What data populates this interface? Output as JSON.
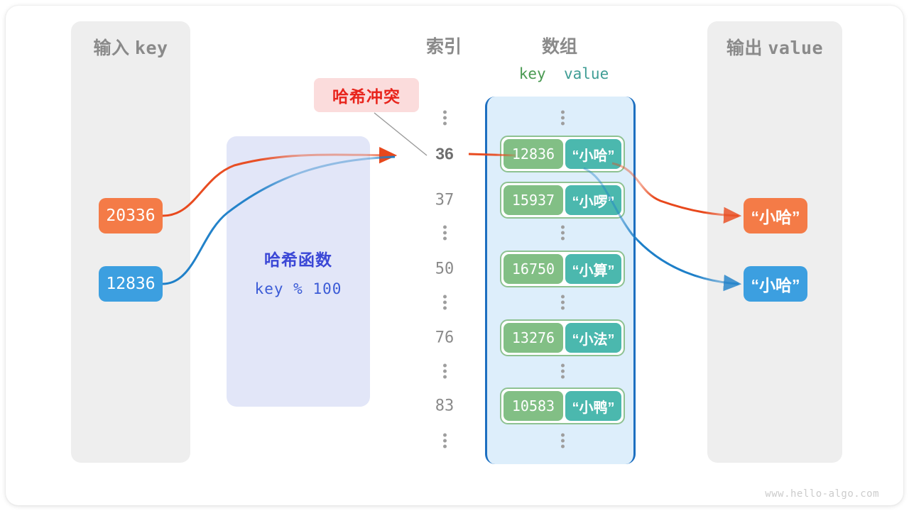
{
  "diagram": {
    "watermark": "www.hello-algo.com",
    "panels": {
      "input": {
        "title_cn": "输入",
        "title_mono": "key"
      },
      "output": {
        "title_cn": "输出",
        "title_mono": "value"
      }
    },
    "columns": {
      "index_header": "索引",
      "array_header": "数组",
      "kv_key": "key",
      "kv_value": "value"
    },
    "hash_function": {
      "title": "哈希函数",
      "expression": "key % 100"
    },
    "collision_badge": {
      "label": "哈希冲突"
    },
    "inputs": [
      {
        "value": "20336",
        "color": "#f47b47"
      },
      {
        "value": "12836",
        "color": "#3c9fe0"
      }
    ],
    "outputs": [
      {
        "value": "“小哈”",
        "color": "#f47b47"
      },
      {
        "value": "“小哈”",
        "color": "#3c9fe0"
      }
    ],
    "index_column": [
      {
        "kind": "dots"
      },
      {
        "kind": "index",
        "label": "36",
        "highlighted": true
      },
      {
        "kind": "index",
        "label": "37",
        "highlighted": false
      },
      {
        "kind": "dots"
      },
      {
        "kind": "index",
        "label": "50",
        "highlighted": false
      },
      {
        "kind": "dots"
      },
      {
        "kind": "index",
        "label": "76",
        "highlighted": false
      },
      {
        "kind": "dots"
      },
      {
        "kind": "index",
        "label": "83",
        "highlighted": false
      },
      {
        "kind": "dots"
      }
    ],
    "array_rows": [
      {
        "kind": "dots"
      },
      {
        "kind": "entry",
        "key": "12836",
        "value": "“小哈”"
      },
      {
        "kind": "entry",
        "key": "15937",
        "value": "“小啰”"
      },
      {
        "kind": "dots"
      },
      {
        "kind": "entry",
        "key": "16750",
        "value": "“小算”"
      },
      {
        "kind": "dots"
      },
      {
        "kind": "entry",
        "key": "13276",
        "value": "“小法”"
      },
      {
        "kind": "dots"
      },
      {
        "kind": "entry",
        "key": "10583",
        "value": "“小鸭”"
      },
      {
        "kind": "dots"
      }
    ],
    "colors": {
      "panel_bg": "#eeeeee",
      "array_bg": "#ddeefb",
      "array_border": "#1d6fc0",
      "key_cell": "#82bf85",
      "value_cell": "#4bb8ae",
      "hash_box": "#e2e6f8",
      "hash_text": "#3b47d6",
      "orange": "#f47b47",
      "blue": "#3c9fe0",
      "collision_bg": "#fbdcdc",
      "collision_text": "#e8241c",
      "muted_text": "#8a8a8a"
    }
  }
}
